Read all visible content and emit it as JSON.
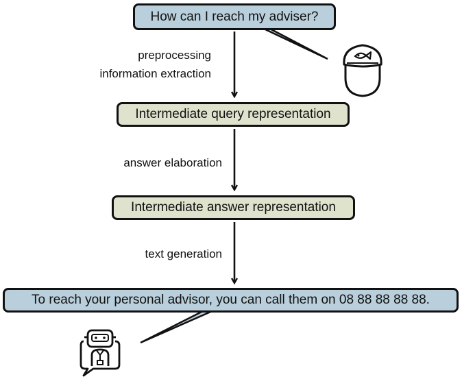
{
  "question": "How can I reach my adviser?",
  "query_representation": "Intermediate query representation",
  "answer_representation": "Intermediate answer representation",
  "answer": "To reach your personal advisor, you can call them on 08 88 88 88 88.",
  "steps": {
    "step1_line1": "preprocessing",
    "step1_line2": "information extraction",
    "step2": "answer elaboration",
    "step3": "text generation"
  },
  "icons": {
    "user": "person-with-fish-cap-icon",
    "bot": "robot-chat-bubble-icon"
  },
  "colors": {
    "user_bubble": "#b9cfdb",
    "intermediate": "#dfe3cd",
    "stroke": "#111111"
  }
}
